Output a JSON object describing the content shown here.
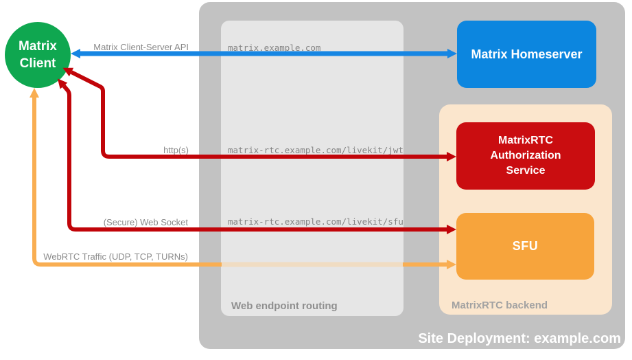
{
  "client": {
    "label": "Matrix Client"
  },
  "connections": {
    "api": {
      "label": "Matrix Client-Server API"
    },
    "http": {
      "label": "http(s)"
    },
    "websocket": {
      "label": "(Secure) Web Socket"
    },
    "webrtc": {
      "label": "WebRTC Traffic (UDP, TCP, TURNs)"
    }
  },
  "routing": {
    "title": "Web endpoint routing",
    "routes": [
      "matrix.example.com",
      "matrix-rtc.example.com/livekit/jwt",
      "matrix-rtc.example.com/livekit/sfu"
    ]
  },
  "backend": {
    "title": "MatrixRTC backend",
    "homeserver": {
      "label": "Matrix Homeserver"
    },
    "auth_service": {
      "label": "MatrixRTC Authorization Service"
    },
    "sfu": {
      "label": "SFU"
    }
  },
  "footer": {
    "label": "Site Deployment: example.com"
  },
  "colors": {
    "green": "#0FA750",
    "blue_box": "#0C86DF",
    "blue_arrow": "#1686E3",
    "red_box": "#CA0D10",
    "red_arrow": "#C10409",
    "orange_box": "#F7A43C",
    "orange_arrow": "#F9AE52",
    "orange_dim": "#F0DCC2",
    "peach": "#FBE6CD",
    "gray_outer": "#C2C2C2",
    "gray_inner": "#E6E6E6",
    "label_gray": "#8A8A8A",
    "mono_gray": "#848484",
    "routing_label_gray": "#8F8F8F",
    "backend_label_gray": "#A2A2A2"
  }
}
